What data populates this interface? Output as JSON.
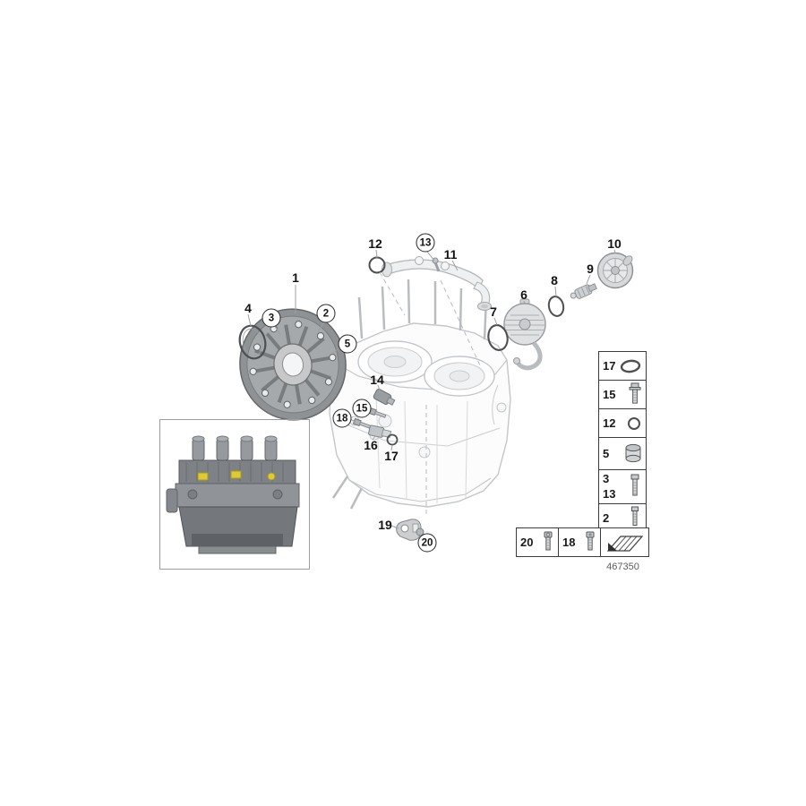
{
  "diagram_number": "467350",
  "colors": {
    "accent_yellow": "#dec937",
    "line_gray": "#c3c7ca"
  },
  "callouts": {
    "c1": "1",
    "c2": "2",
    "c3": "3",
    "c4": "4",
    "c5": "5",
    "c6": "6",
    "c7": "7",
    "c8": "8",
    "c9": "9",
    "c10": "10",
    "c11": "11",
    "c12": "12",
    "c13": "13",
    "c14": "14",
    "c15": "15",
    "c16": "16",
    "c17": "17",
    "c18": "18",
    "c19": "19",
    "c20": "20"
  },
  "legend": {
    "rows": [
      {
        "label": "17",
        "icon": "o-ring-large"
      },
      {
        "label": "15",
        "icon": "flange-bolt"
      },
      {
        "label": "12",
        "icon": "o-ring-small"
      },
      {
        "label": "5",
        "icon": "sleeve"
      },
      {
        "label": "3",
        "label2": "13",
        "icon": "hex-bolt"
      },
      {
        "label": "2",
        "icon": "stud-bolt"
      }
    ],
    "bottom": [
      {
        "label": "20",
        "icon": "torx-bolt"
      },
      {
        "label": "18",
        "icon": "socket-bolt"
      },
      {
        "label": "",
        "icon": "gasket-symbol"
      }
    ]
  }
}
